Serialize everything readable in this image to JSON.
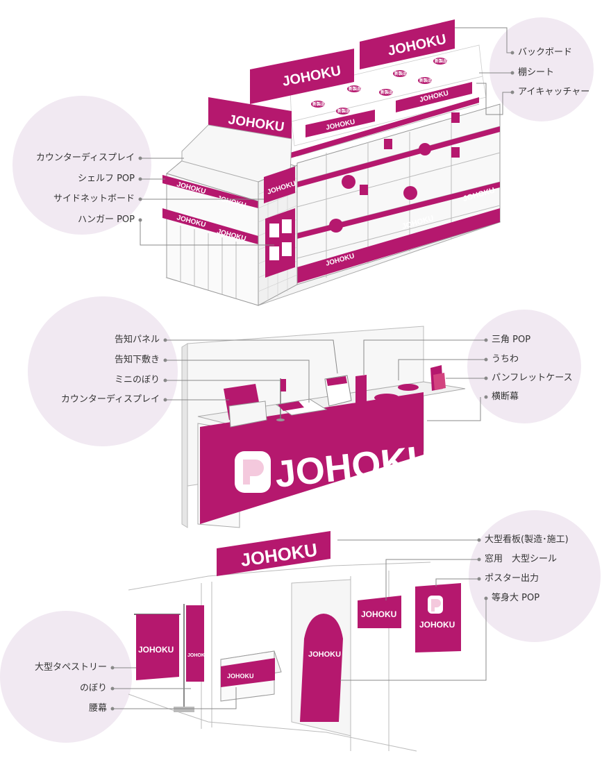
{
  "brand": {
    "logo_text": "JOHOKU",
    "accent": "#b5186e",
    "bubble": "#f1e9f2",
    "line": "#888888"
  },
  "tags": {
    "new_product": "新製品"
  },
  "sections": [
    {
      "id": "store-shelf",
      "labels": [
        {
          "key": "back-board",
          "text": "バックボード"
        },
        {
          "key": "shelf-sheet",
          "text": "棚シート"
        },
        {
          "key": "eye-catcher",
          "text": "アイキャッチャー"
        },
        {
          "key": "counter-display",
          "text": "カウンターディスプレイ"
        },
        {
          "key": "shelf-pop",
          "text": "シェルフ POP"
        },
        {
          "key": "side-net-board",
          "text": "サイドネットボード"
        },
        {
          "key": "hanger-pop",
          "text": "ハンガー POP"
        }
      ]
    },
    {
      "id": "counter",
      "labels": [
        {
          "key": "notice-panel",
          "text": "告知パネル"
        },
        {
          "key": "notice-mat",
          "text": "告知下敷き"
        },
        {
          "key": "mini-flag",
          "text": "ミニのぼり"
        },
        {
          "key": "counter-display-2",
          "text": "カウンターディスプレイ"
        },
        {
          "key": "triangle-pop",
          "text": "三角 POP"
        },
        {
          "key": "uchiwa",
          "text": "うちわ"
        },
        {
          "key": "pamphlet-case",
          "text": "パンフレットケース"
        },
        {
          "key": "horizontal-banner",
          "text": "横断幕"
        }
      ]
    },
    {
      "id": "storefront",
      "labels": [
        {
          "key": "large-signboard",
          "text": "大型看板(製造･施工)"
        },
        {
          "key": "window-sticker",
          "text": "窓用　大型シール"
        },
        {
          "key": "poster-print",
          "text": "ポスター出力"
        },
        {
          "key": "life-size-pop",
          "text": "等身大 POP"
        },
        {
          "key": "tapestry",
          "text": "大型タペストリー"
        },
        {
          "key": "nobori",
          "text": "のぼり"
        },
        {
          "key": "waist-curtain",
          "text": "腰幕"
        }
      ]
    }
  ]
}
